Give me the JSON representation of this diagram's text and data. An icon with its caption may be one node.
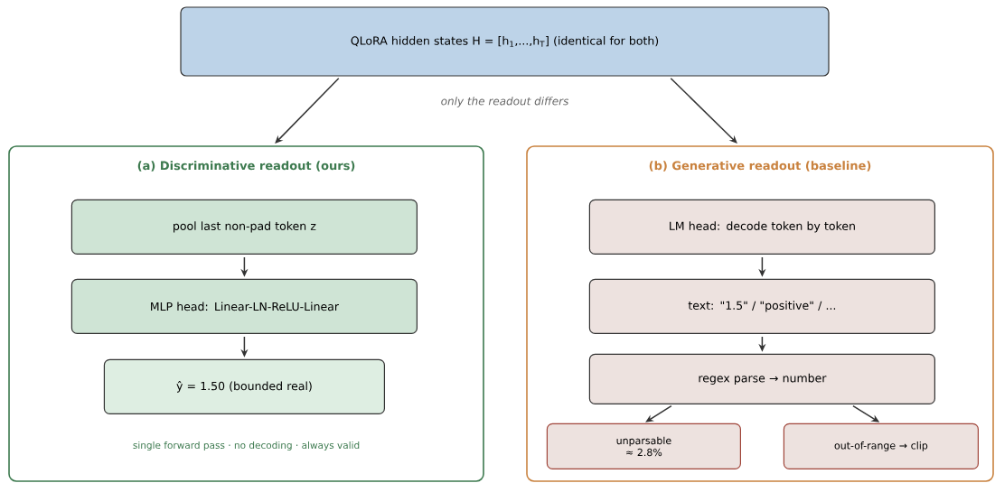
{
  "diagram": {
    "nodes": [
      {
        "text": [
          "QLoRA hidden states H = [h$_{1}$,...,h$_{T}$]  (identical for both)"
        ]
      },
      {
        "text": [
          "(a) Discriminative readout (ours)",
          "single forward pass · no decoding · always valid"
        ]
      },
      {
        "text": [
          "pool last non-pad token  z"
        ],
        "in": 1
      },
      {
        "text": [
          "MLP head: Linear-LN-ReLU-Linear"
        ],
        "in": 1
      },
      {
        "text": [
          "ŷ = 1.50  (bounded real)"
        ],
        "in": 1
      },
      {
        "text": [
          "(b) Generative readout (baseline)"
        ]
      },
      {
        "text": [
          "LM head: decode token by token"
        ],
        "in": 5
      },
      {
        "text": [
          "text: \"1.5\" / \"positive\" / ..."
        ],
        "in": 5
      },
      {
        "text": [
          "regex parse → number"
        ],
        "in": 5
      },
      {
        "text": [
          "unparsable ≈ 2.8%"
        ],
        "in": 5
      },
      {
        "text": [
          "out-of-range → clip"
        ],
        "in": 5
      }
    ],
    "edges": [
      {
        "from": 0,
        "to": 1,
        "arrow": "to"
      },
      {
        "from": 0,
        "to": 5,
        "arrow": "to"
      },
      {
        "from": 2,
        "to": 3,
        "arrow": "to"
      },
      {
        "from": 3,
        "to": 4,
        "arrow": "to"
      },
      {
        "from": 6,
        "to": 7,
        "arrow": "to"
      },
      {
        "from": 7,
        "to": 8,
        "arrow": "to"
      },
      {
        "from": 8,
        "to": 9,
        "arrow": "to"
      },
      {
        "from": 8,
        "to": 10,
        "arrow": "to"
      }
    ],
    "labels": [
      "only the readout differs"
    ]
  }
}
